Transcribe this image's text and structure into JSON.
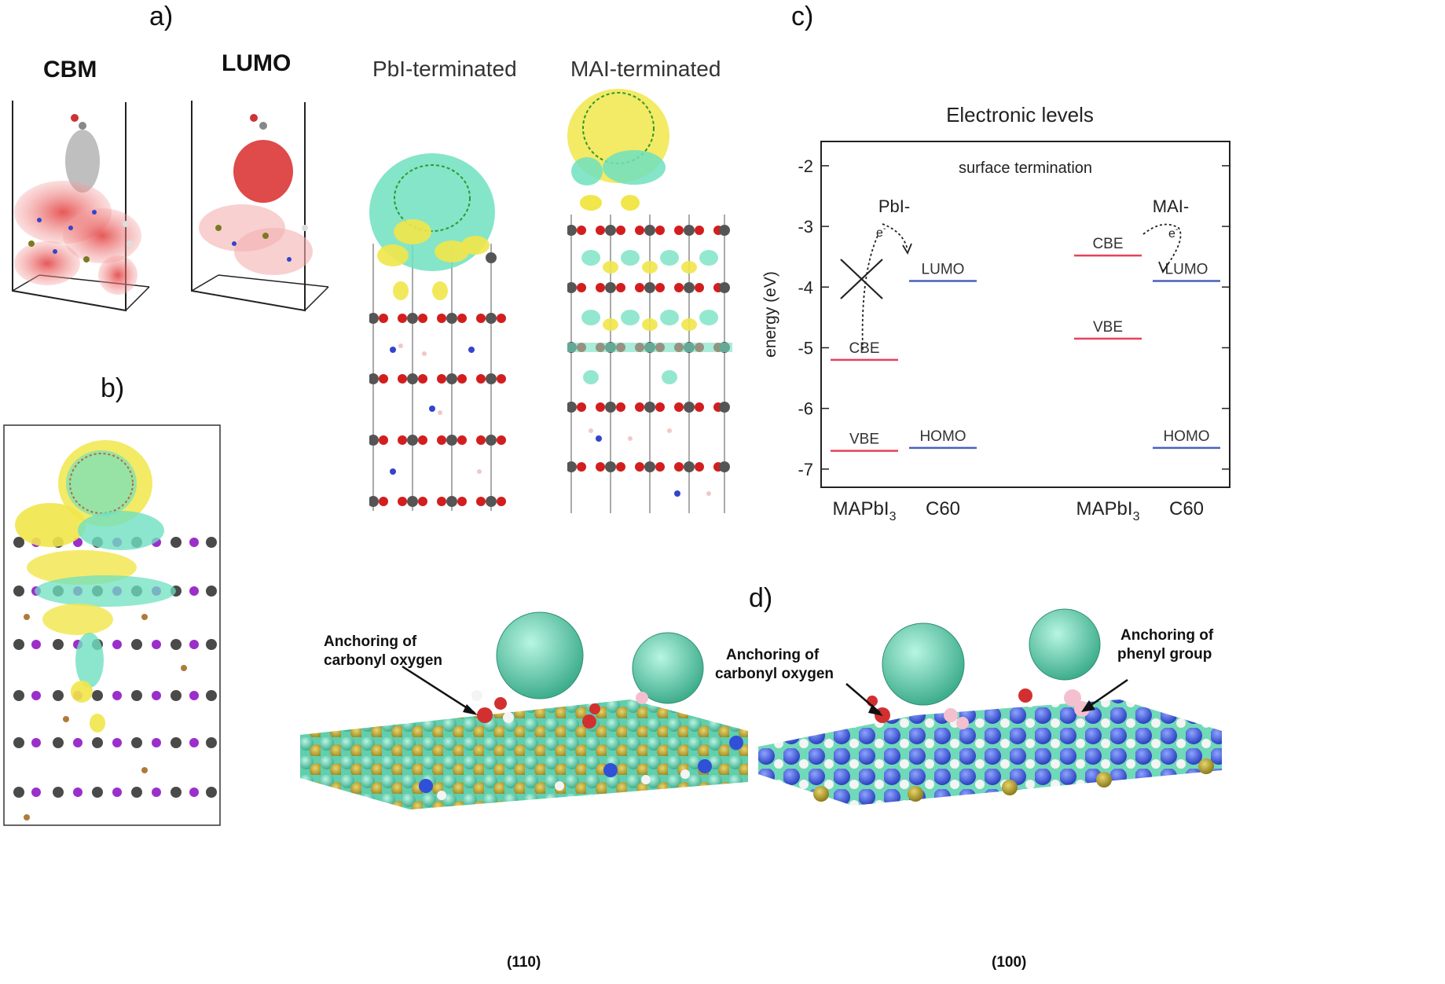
{
  "panel_labels": {
    "a": "a)",
    "b": "b)",
    "c": "c)",
    "d": "d)"
  },
  "panel_a": {
    "cbm": "CBM",
    "lumo": "LUMO",
    "pbi_terminated": "PbI-terminated",
    "mai_terminated": "MAI-terminated"
  },
  "panel_c": {
    "title": "Electronic levels",
    "subtitle": "surface termination",
    "ylabel": "energy (eV)",
    "group_left": "PbI-",
    "group_right": "MAI-",
    "x_labels": {
      "mapbi": "MAPbI",
      "mapbi_sub": "3",
      "c60": "C60"
    },
    "electron": "e",
    "electron_sup": "-",
    "y_ticks": [
      "-2",
      "-3",
      "-4",
      "-5",
      "-6",
      "-7"
    ],
    "colors": {
      "perovskite": "#e8415a",
      "c60": "#4a5fbf"
    }
  },
  "chart_data": {
    "type": "diagram",
    "title": "Electronic levels",
    "ylabel": "energy (eV)",
    "ylim": [
      -7.3,
      -1.6
    ],
    "groups": [
      {
        "name": "PbI-",
        "levels": [
          {
            "material": "MAPbI3",
            "label": "CBE",
            "value": -5.2
          },
          {
            "material": "MAPbI3",
            "label": "VBE",
            "value": -6.7
          },
          {
            "material": "C60",
            "label": "LUMO",
            "value": -3.9
          },
          {
            "material": "C60",
            "label": "HOMO",
            "value": -6.65
          }
        ],
        "transfer": "blocked"
      },
      {
        "name": "MAI-",
        "levels": [
          {
            "material": "MAPbI3",
            "label": "CBE",
            "value": -3.48
          },
          {
            "material": "MAPbI3",
            "label": "VBE",
            "value": -4.85
          },
          {
            "material": "C60",
            "label": "LUMO",
            "value": -3.9
          },
          {
            "material": "C60",
            "label": "HOMO",
            "value": -6.65
          }
        ],
        "transfer": "allowed"
      }
    ]
  },
  "panel_d": {
    "left_anno": [
      "Anchoring of",
      "carbonyl oxygen"
    ],
    "mid_anno": [
      "Anchoring of",
      "carbonyl oxygen"
    ],
    "right_anno": [
      "Anchoring of",
      "phenyl group"
    ],
    "left_caption": "(110)",
    "right_caption": "(100)"
  }
}
